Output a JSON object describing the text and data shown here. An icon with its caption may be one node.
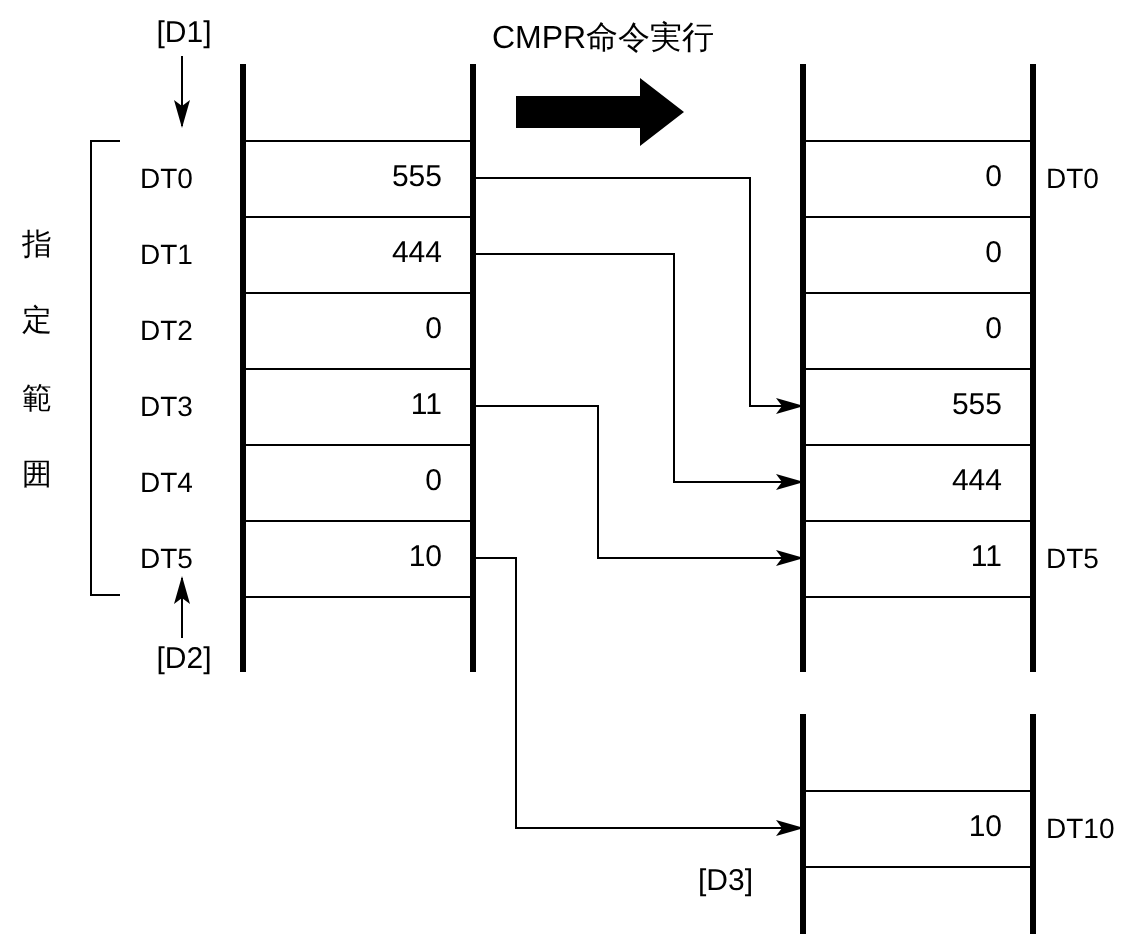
{
  "diagram": {
    "nodes": [
      {
        "text": [
          "555"
        ],
        "beside": [
          "DT0"
        ]
      },
      {
        "text": [
          "444"
        ],
        "beside": [
          "DT1"
        ]
      },
      {
        "text": [
          "0"
        ],
        "beside": [
          "DT2"
        ]
      },
      {
        "text": [
          "11"
        ],
        "beside": [
          "DT3"
        ]
      },
      {
        "text": [
          "0"
        ],
        "beside": [
          "DT4"
        ]
      },
      {
        "text": [
          "10"
        ],
        "beside": [
          "DT5"
        ]
      },
      {
        "text": [
          "0"
        ],
        "beside": [
          "DT0"
        ]
      },
      {
        "text": [
          "0"
        ]
      },
      {
        "text": [
          "0"
        ]
      },
      {
        "text": [
          "555"
        ]
      },
      {
        "text": [
          "444"
        ]
      },
      {
        "text": [
          "11"
        ],
        "beside": [
          "DT5"
        ]
      },
      {
        "text": [
          "10"
        ],
        "beside": [
          "DT10"
        ]
      },
      {
        "text": [
          "[D1]"
        ]
      },
      {
        "text": [
          "[D2]"
        ]
      }
    ],
    "edges": [
      {
        "from": 0,
        "to": 9,
        "arrow": "to"
      },
      {
        "from": 1,
        "to": 10,
        "arrow": "to"
      },
      {
        "from": 3,
        "to": 11,
        "arrow": "to"
      },
      {
        "from": 5,
        "to": 12,
        "arrow": "to"
      },
      {
        "from": 13,
        "to": 0,
        "arrow": "to"
      },
      {
        "from": 14,
        "to": 5,
        "arrow": "to"
      }
    ],
    "labels": [
      "CMPR命令実行",
      "指定範囲",
      "[D3]"
    ]
  }
}
